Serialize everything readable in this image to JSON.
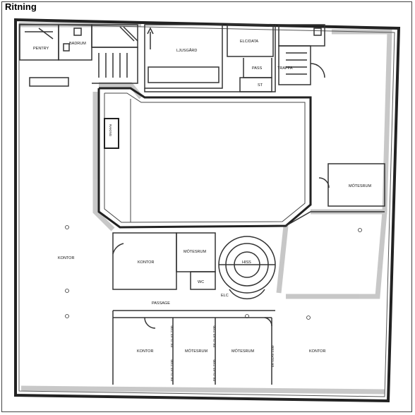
{
  "title": "Ritning",
  "labels": {
    "pentry": "PENTRY",
    "badrum": "BADRUM",
    "ljusgard": "LJUSGÅRD",
    "elc_data": "ELC/DATA",
    "pass": "PASS",
    "trappa": "TRAPPA",
    "st": "ST",
    "kontor_left": "KONTOR",
    "kontor_center": "KONTOR",
    "motesrum_center": "MÖTESRUM",
    "hiss": "HISS",
    "wc": "WC",
    "elc": "ELC",
    "passage": "PASSAGE",
    "motesrum_right": "MÖTESRUM",
    "kontor_bottom_left": "KONTOR",
    "motesrum_bottom_1": "MÖTESRUM",
    "motesrum_bottom_2": "MÖTESRUM",
    "kontor_bottom_right": "KONTOR",
    "raking": "RAKING",
    "glass_1": "EK GLAS 2100",
    "glass_2": "EK GLAS 2100",
    "glass_3": "EK GLAS 2100",
    "glass_4": "EK GLAS 2100",
    "glass_5": "EK GLAS 2100"
  },
  "colors": {
    "wall": "#222222",
    "wall_fill": "#555555",
    "shadow": "#9a9a9a",
    "line": "#333333"
  }
}
